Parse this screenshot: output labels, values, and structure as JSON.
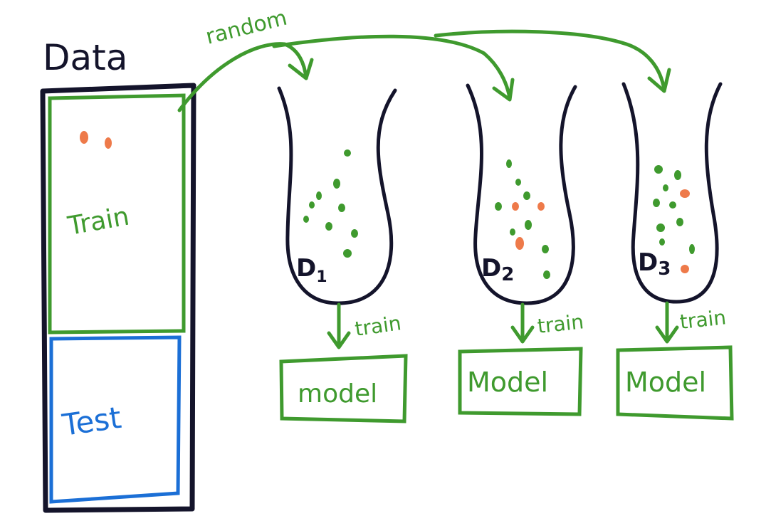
{
  "colors": {
    "ink": "#14142b",
    "green": "#3f9a2e",
    "blue": "#1b6fd6",
    "orange": "#ee7a4a"
  },
  "data_label": "Data",
  "train_label": "Train",
  "test_label": "Test",
  "arrow_label": "random",
  "bags": [
    {
      "label_main": "D",
      "label_sub": "1",
      "train_label": "train",
      "model_label": "model"
    },
    {
      "label_main": "D",
      "label_sub": "2",
      "train_label": "train",
      "model_label": "Model"
    },
    {
      "label_main": "D",
      "label_sub": "3",
      "train_label": "train",
      "model_label": "Model"
    }
  ]
}
